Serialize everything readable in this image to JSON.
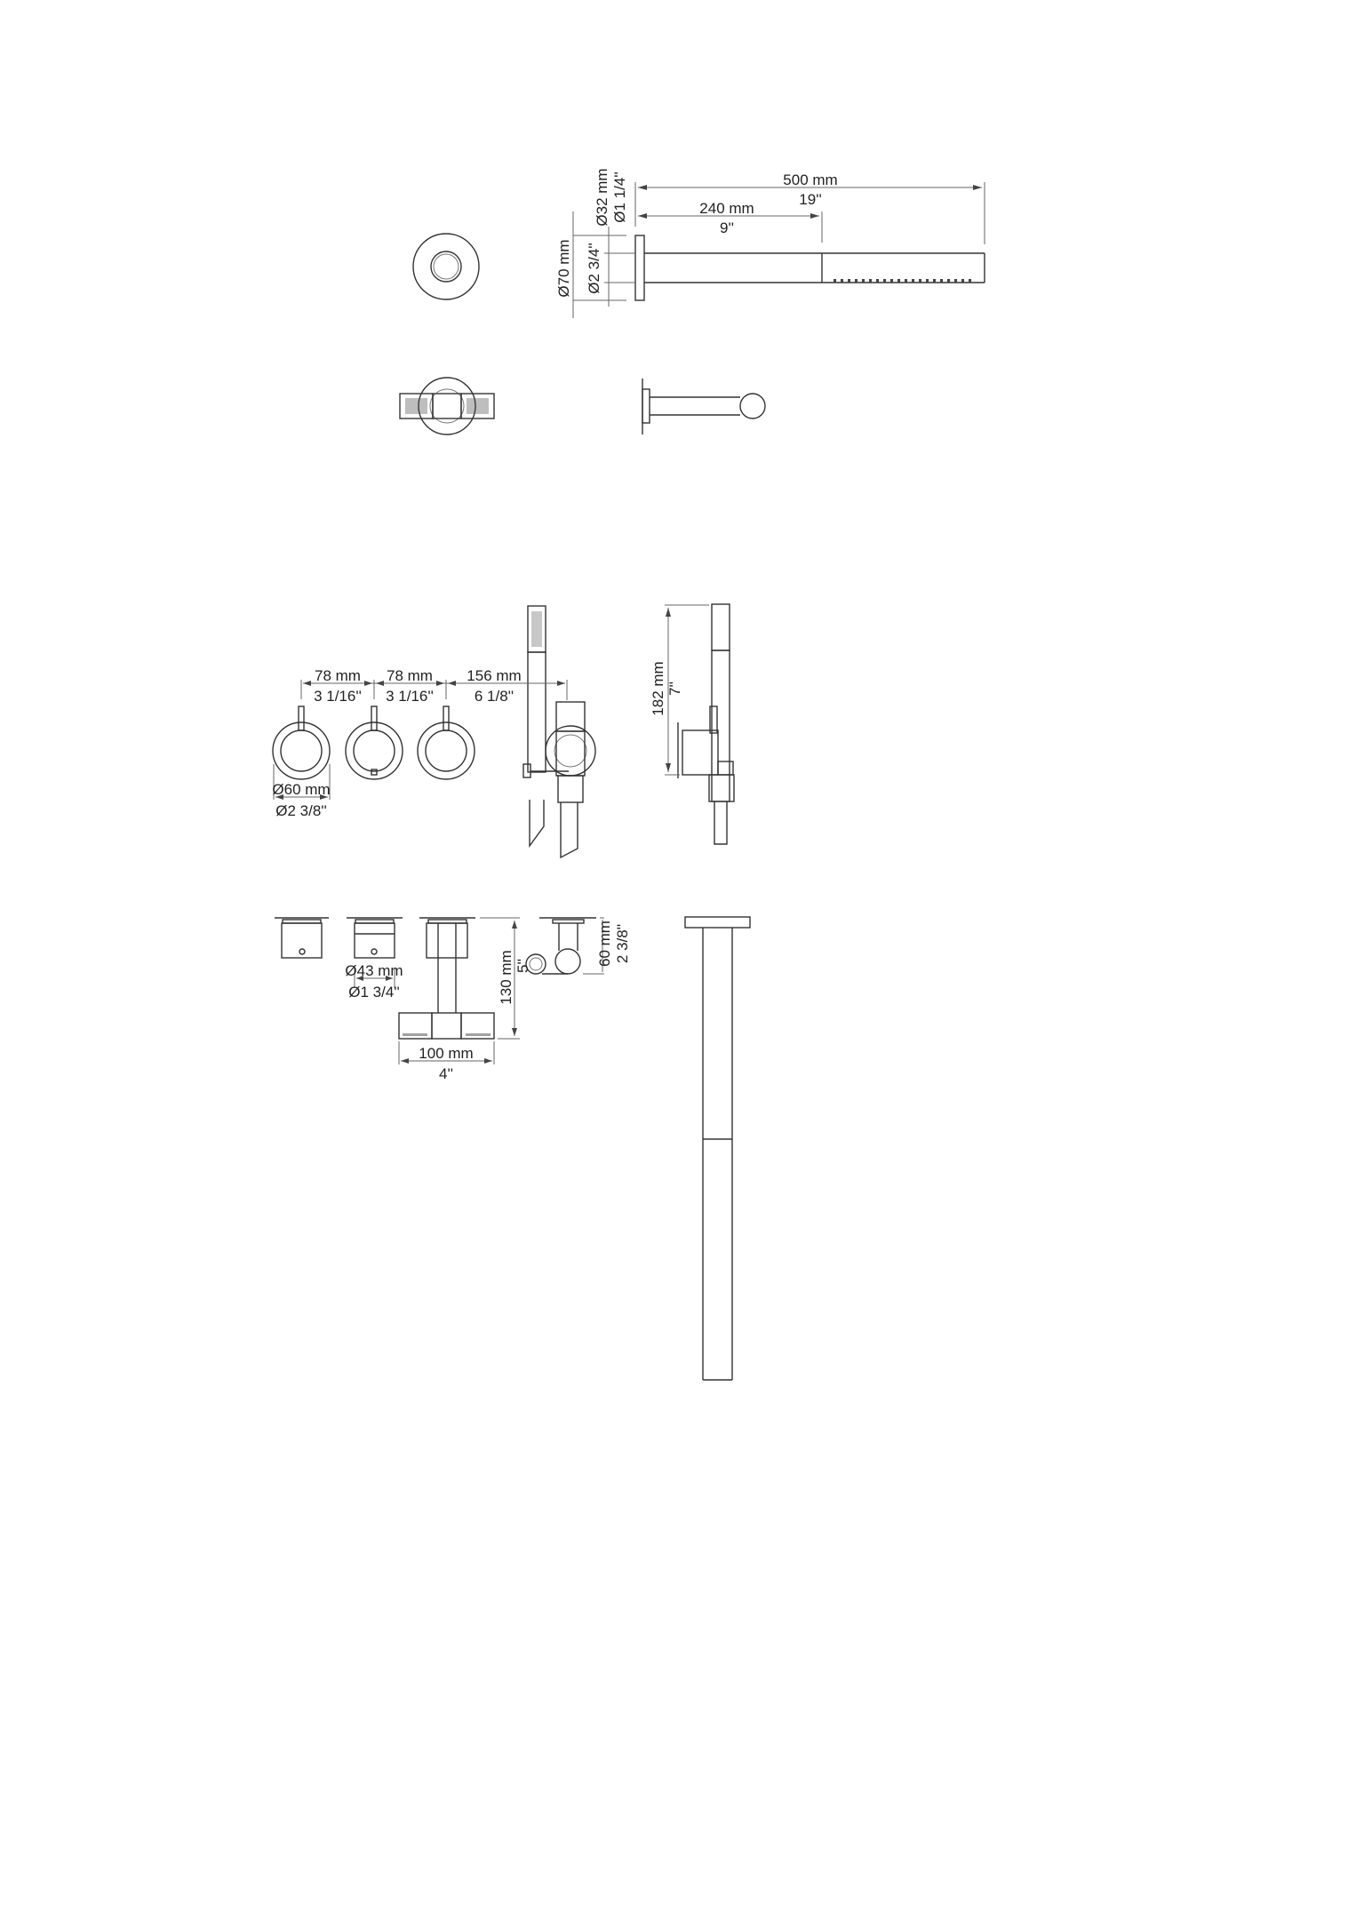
{
  "drawing": {
    "title": "Technical drawing – wall-mounted shower set",
    "background_color": "#ffffff",
    "line_color": "#333333"
  },
  "top_view_shower_arm": {
    "dimensions": {
      "total_length_mm": "500 mm",
      "total_length_in": "19''",
      "segment_length_mm": "240 mm",
      "segment_length_in": "9''",
      "arm_diameter_mm": "Ø32 mm",
      "arm_diameter_in": "Ø1 1/4''",
      "flange_diameter_mm": "Ø70 mm",
      "flange_diameter_in": "Ø2 3/4''"
    }
  },
  "mixer_front_view": {
    "dimensions": {
      "spacing_1_mm": "78 mm",
      "spacing_1_in": "3 1/16''",
      "spacing_2_mm": "78 mm",
      "spacing_2_in": "3 1/16''",
      "spacing_3_mm": "156 mm",
      "spacing_3_in": "6 1/8''",
      "handle_diameter_mm": "Ø60 mm",
      "handle_diameter_in": "Ø2 3/8''"
    }
  },
  "handshower_side_view": {
    "dimensions": {
      "height_mm": "182 mm",
      "height_in": "7''"
    }
  },
  "mixer_top_view": {
    "dimensions": {
      "knob_diameter_mm": "Ø43 mm",
      "knob_diameter_in": "Ø1 3/4''",
      "depth_mm": "130 mm",
      "depth_in": "5''",
      "width_mm": "100 mm",
      "width_in": "4''",
      "holder_depth_mm": "60 mm",
      "holder_depth_in": "2 3/8''"
    }
  }
}
